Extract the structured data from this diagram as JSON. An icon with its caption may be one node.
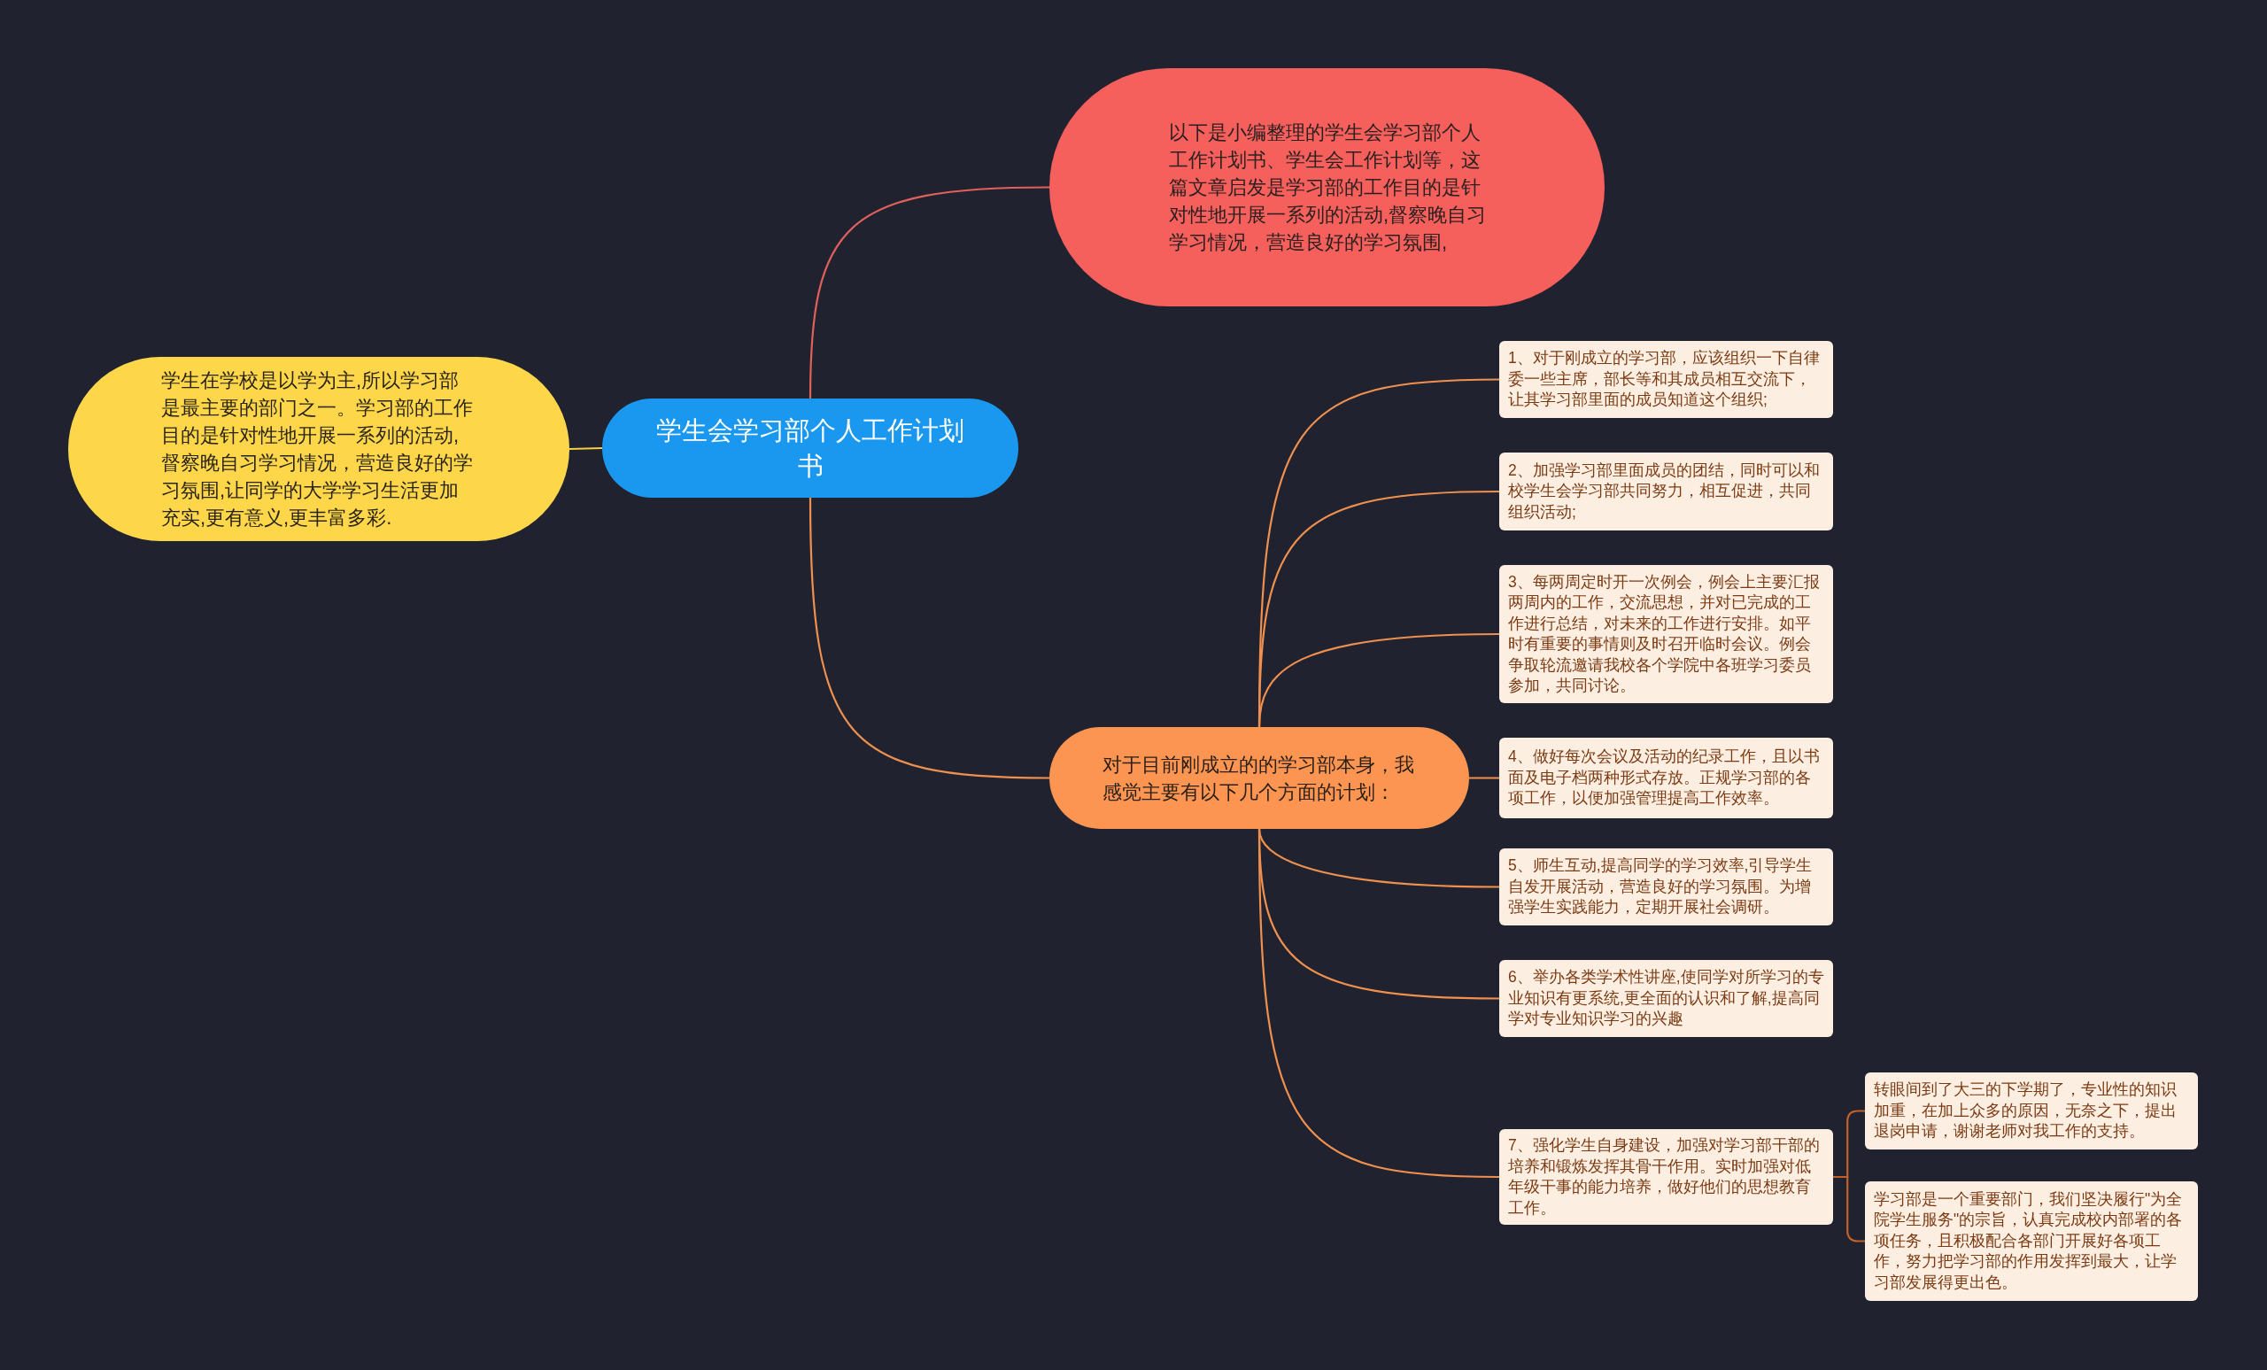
{
  "diagram": {
    "nodes": [
      {
        "text": [
          "学生会学习部个人工作计划书"
        ]
      },
      {
        "text": [
          "以下是小编整理的学生会学习部个人工作计划书、学生会工作计划等，这篇文章启发是学习部的工作目的是针对性地开展一系列的活动,督察晚自习学习情况，营造良好的学习氛围,"
        ]
      },
      {
        "text": [
          "学生在学校是以学为主,所以学习部是最主要的部门之一。学习部的工作目的是针对性地开展一系列的活动,督察晚自习学习情况，营造良好的学习氛围,让同学的大学学习生活更加充实,更有意义,更丰富多彩."
        ]
      },
      {
        "text": [
          "对于目前刚成立的的学习部本身，我感觉主要有以下几个方面的计划："
        ]
      },
      {
        "text": [
          "1、对于刚成立的学习部，应该组织一下自律委一些主席，部长等和其成员相互交流下，让其学习部里面的成员知道这个组织;"
        ]
      },
      {
        "text": [
          "2、加强学习部里面成员的团结，同时可以和校学生会学习部共同努力，相互促进，共同组织活动;"
        ]
      },
      {
        "text": [
          "3、每两周定时开一次例会，例会上主要汇报两周内的工作，交流思想，并对已完成的工作进行总结，对未来的工作进行安排。如平时有重要的事情则及时召开临时会议。例会争取轮流邀请我校各个学院中各班学习委员参加，共同讨论。"
        ]
      },
      {
        "text": [
          "4、做好每次会议及活动的纪录工作，且以书面及电子档两种形式存放。正规学习部的各项工作，以便加强管理提高工作效率。"
        ]
      },
      {
        "text": [
          "5、师生互动,提高同学的学习效率,引导学生自发开展活动，营造良好的学习氛围。为增强学生实践能力，定期开展社会调研。"
        ]
      },
      {
        "text": [
          "6、举办各类学术性讲座,使同学对所学习的专业知识有更系统,更全面的认识和了解,提高同学对专业知识学习的兴趣"
        ]
      },
      {
        "text": [
          "7、强化学生自身建设，加强对学习部干部的培养和锻炼发挥其骨干作用。实时加强对低年级干事的能力培养，做好他们的思想教育工作。"
        ]
      },
      {
        "text": [
          "转眼间到了大三的下学期了，专业性的知识加重，在加上众多的原因，无奈之下，提出退岗申请，谢谢老师对我工作的支持。"
        ]
      },
      {
        "text": [
          "学习部是一个重要部门，我们坚决履行\"为全院学生服务\"的宗旨，认真完成校内部署的各项任务，且积极配合各部门开展好各项工作，努力把学习部的作用发挥到最大，让学习部发展得更出色。"
        ]
      }
    ],
    "edges": [
      {
        "from": 0,
        "to": 1,
        "arrow": "none",
        "color": "#e0605c"
      },
      {
        "from": 0,
        "to": 2,
        "arrow": "none",
        "color": "#f5cf45"
      },
      {
        "from": 0,
        "to": 3,
        "arrow": "none"
      },
      {
        "from": 3,
        "to": 4,
        "arrow": "none"
      },
      {
        "from": 3,
        "to": 5,
        "arrow": "none"
      },
      {
        "from": 3,
        "to": 6,
        "arrow": "none"
      },
      {
        "from": 3,
        "to": 7,
        "arrow": "none"
      },
      {
        "from": 3,
        "to": 8,
        "arrow": "none"
      },
      {
        "from": 3,
        "to": 9,
        "arrow": "none"
      },
      {
        "from": 3,
        "to": 10,
        "arrow": "none"
      },
      {
        "from": 10,
        "to": 11,
        "arrow": "none"
      },
      {
        "from": 10,
        "to": 12,
        "arrow": "none"
      }
    ]
  }
}
